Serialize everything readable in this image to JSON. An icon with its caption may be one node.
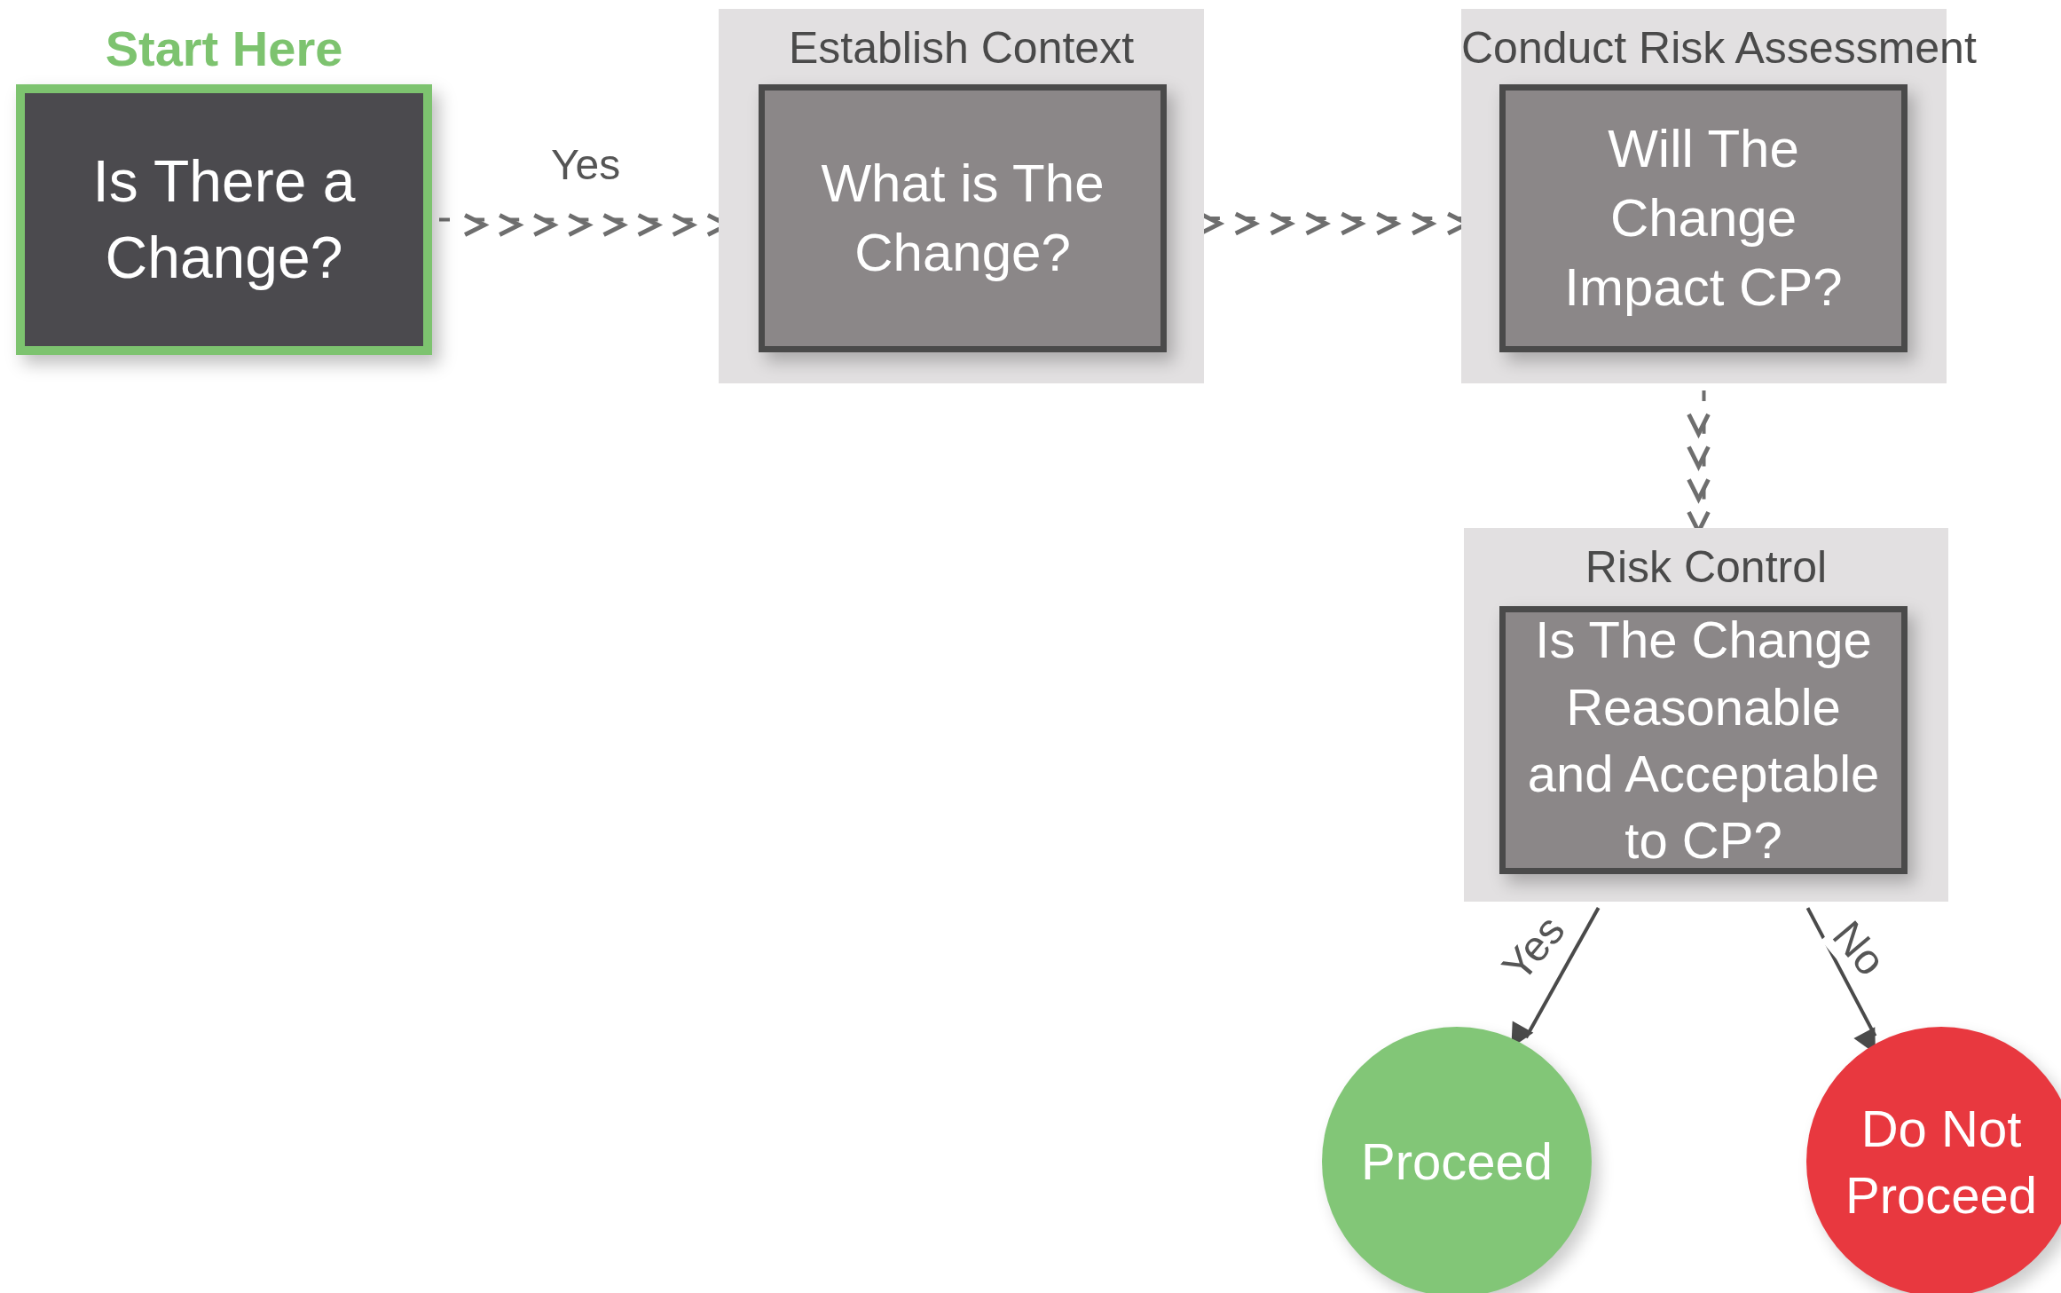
{
  "diagram": {
    "nodes": [
      {
        "text": [
          "Start Here",
          "Is There a Change?"
        ]
      },
      {
        "text": [
          "Establish Context"
        ]
      },
      {
        "text": [
          "What is The Change?"
        ],
        "in": 1
      },
      {
        "text": [
          "Conduct Risk Assessment"
        ]
      },
      {
        "text": [
          "Will The Change Impact CP?"
        ],
        "in": 3
      },
      {
        "text": [
          "Risk Control"
        ]
      },
      {
        "text": [
          "Is The Change Reasonable and Acceptable to CP?"
        ],
        "in": 5
      },
      {
        "text": [
          "Proceed"
        ]
      },
      {
        "text": [
          "Do Not Proceed"
        ]
      }
    ],
    "edges": [
      {
        "from": 0,
        "to": 2,
        "arrow": "to",
        "label": "Yes",
        "style": "dashed"
      },
      {
        "from": 2,
        "to": 4,
        "arrow": "to",
        "style": "dashed"
      },
      {
        "from": 3,
        "to": 5,
        "arrow": "to",
        "style": "dashed"
      },
      {
        "from": 5,
        "to": 7,
        "arrow": "to",
        "label": "Yes"
      },
      {
        "from": 5,
        "to": 8,
        "arrow": "to",
        "label": "No"
      }
    ]
  }
}
